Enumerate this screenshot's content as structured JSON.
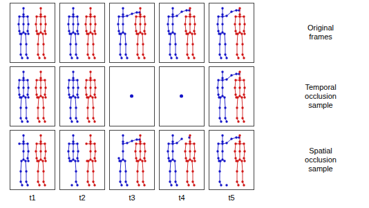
{
  "diagram": {
    "labels": [
      "Original frames",
      "Temporal occlusion sample",
      "Spatial occlusion sample",
      "t1",
      "t2",
      "t3",
      "t4",
      "t5"
    ]
  }
}
